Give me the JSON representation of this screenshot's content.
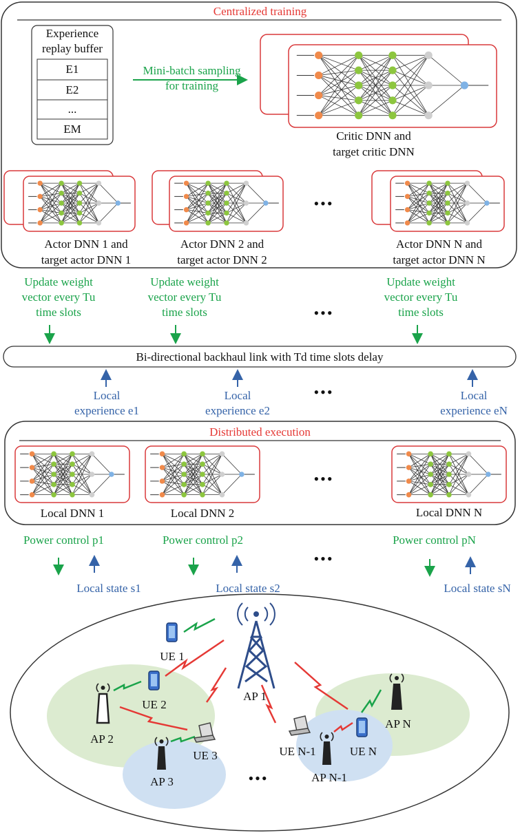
{
  "sections": {
    "centralized": "Centralized training",
    "distributed": "Distributed execution"
  },
  "replay_buffer": {
    "title_line1": "Experience",
    "title_line2": "replay buffer",
    "entries": [
      "E1",
      "E2",
      "...",
      "EM"
    ]
  },
  "sampling": {
    "line1": "Mini-batch sampling",
    "line2": "for training"
  },
  "critic": {
    "line1": "Critic DNN  and",
    "line2": "target critic DNN"
  },
  "actors": [
    {
      "line1": "Actor DNN 1 and",
      "line2": "target actor DNN 1"
    },
    {
      "line1": "Actor DNN 2 and",
      "line2": "target actor DNN 2"
    },
    {
      "line1": "Actor DNN N and",
      "line2": "target actor DNN N"
    }
  ],
  "update": {
    "line1": "Update weight",
    "line2": "vector every Tu",
    "line3": "time slots"
  },
  "backhaul": "Bi-directional backhaul link with Td time slots delay",
  "local_experience": [
    {
      "line1": "Local",
      "line2": "experience e1"
    },
    {
      "line1": "Local",
      "line2": "experience e2"
    },
    {
      "line1": "Local",
      "line2": "experience eN"
    }
  ],
  "local_dnns": [
    "Local DNN 1",
    "Local DNN 2",
    "Local DNN N"
  ],
  "power_control": [
    "Power control p1",
    "Power control p2",
    "Power control pN"
  ],
  "local_state": [
    "Local state s1",
    "Local state s2",
    "Local state sN"
  ],
  "ellipsis": "•••",
  "network": {
    "ap1": "AP 1",
    "ap2": "AP 2",
    "ap3": "AP 3",
    "apn1": "AP N-1",
    "apn": "AP N",
    "ue1": "UE 1",
    "ue2": "UE 2",
    "ue3": "UE 3",
    "uen1": "UE N-1",
    "uen": "UE N"
  },
  "colors": {
    "red": "#e53935",
    "green": "#1aa34a",
    "blue": "#3563a8",
    "node_orange": "#f08a4b",
    "node_green": "#8dc63f",
    "node_gray": "#cfcfcf",
    "node_blue": "#7fb2e5",
    "green_zone": "#dcebd0",
    "blue_zone": "#cfe0f2"
  }
}
